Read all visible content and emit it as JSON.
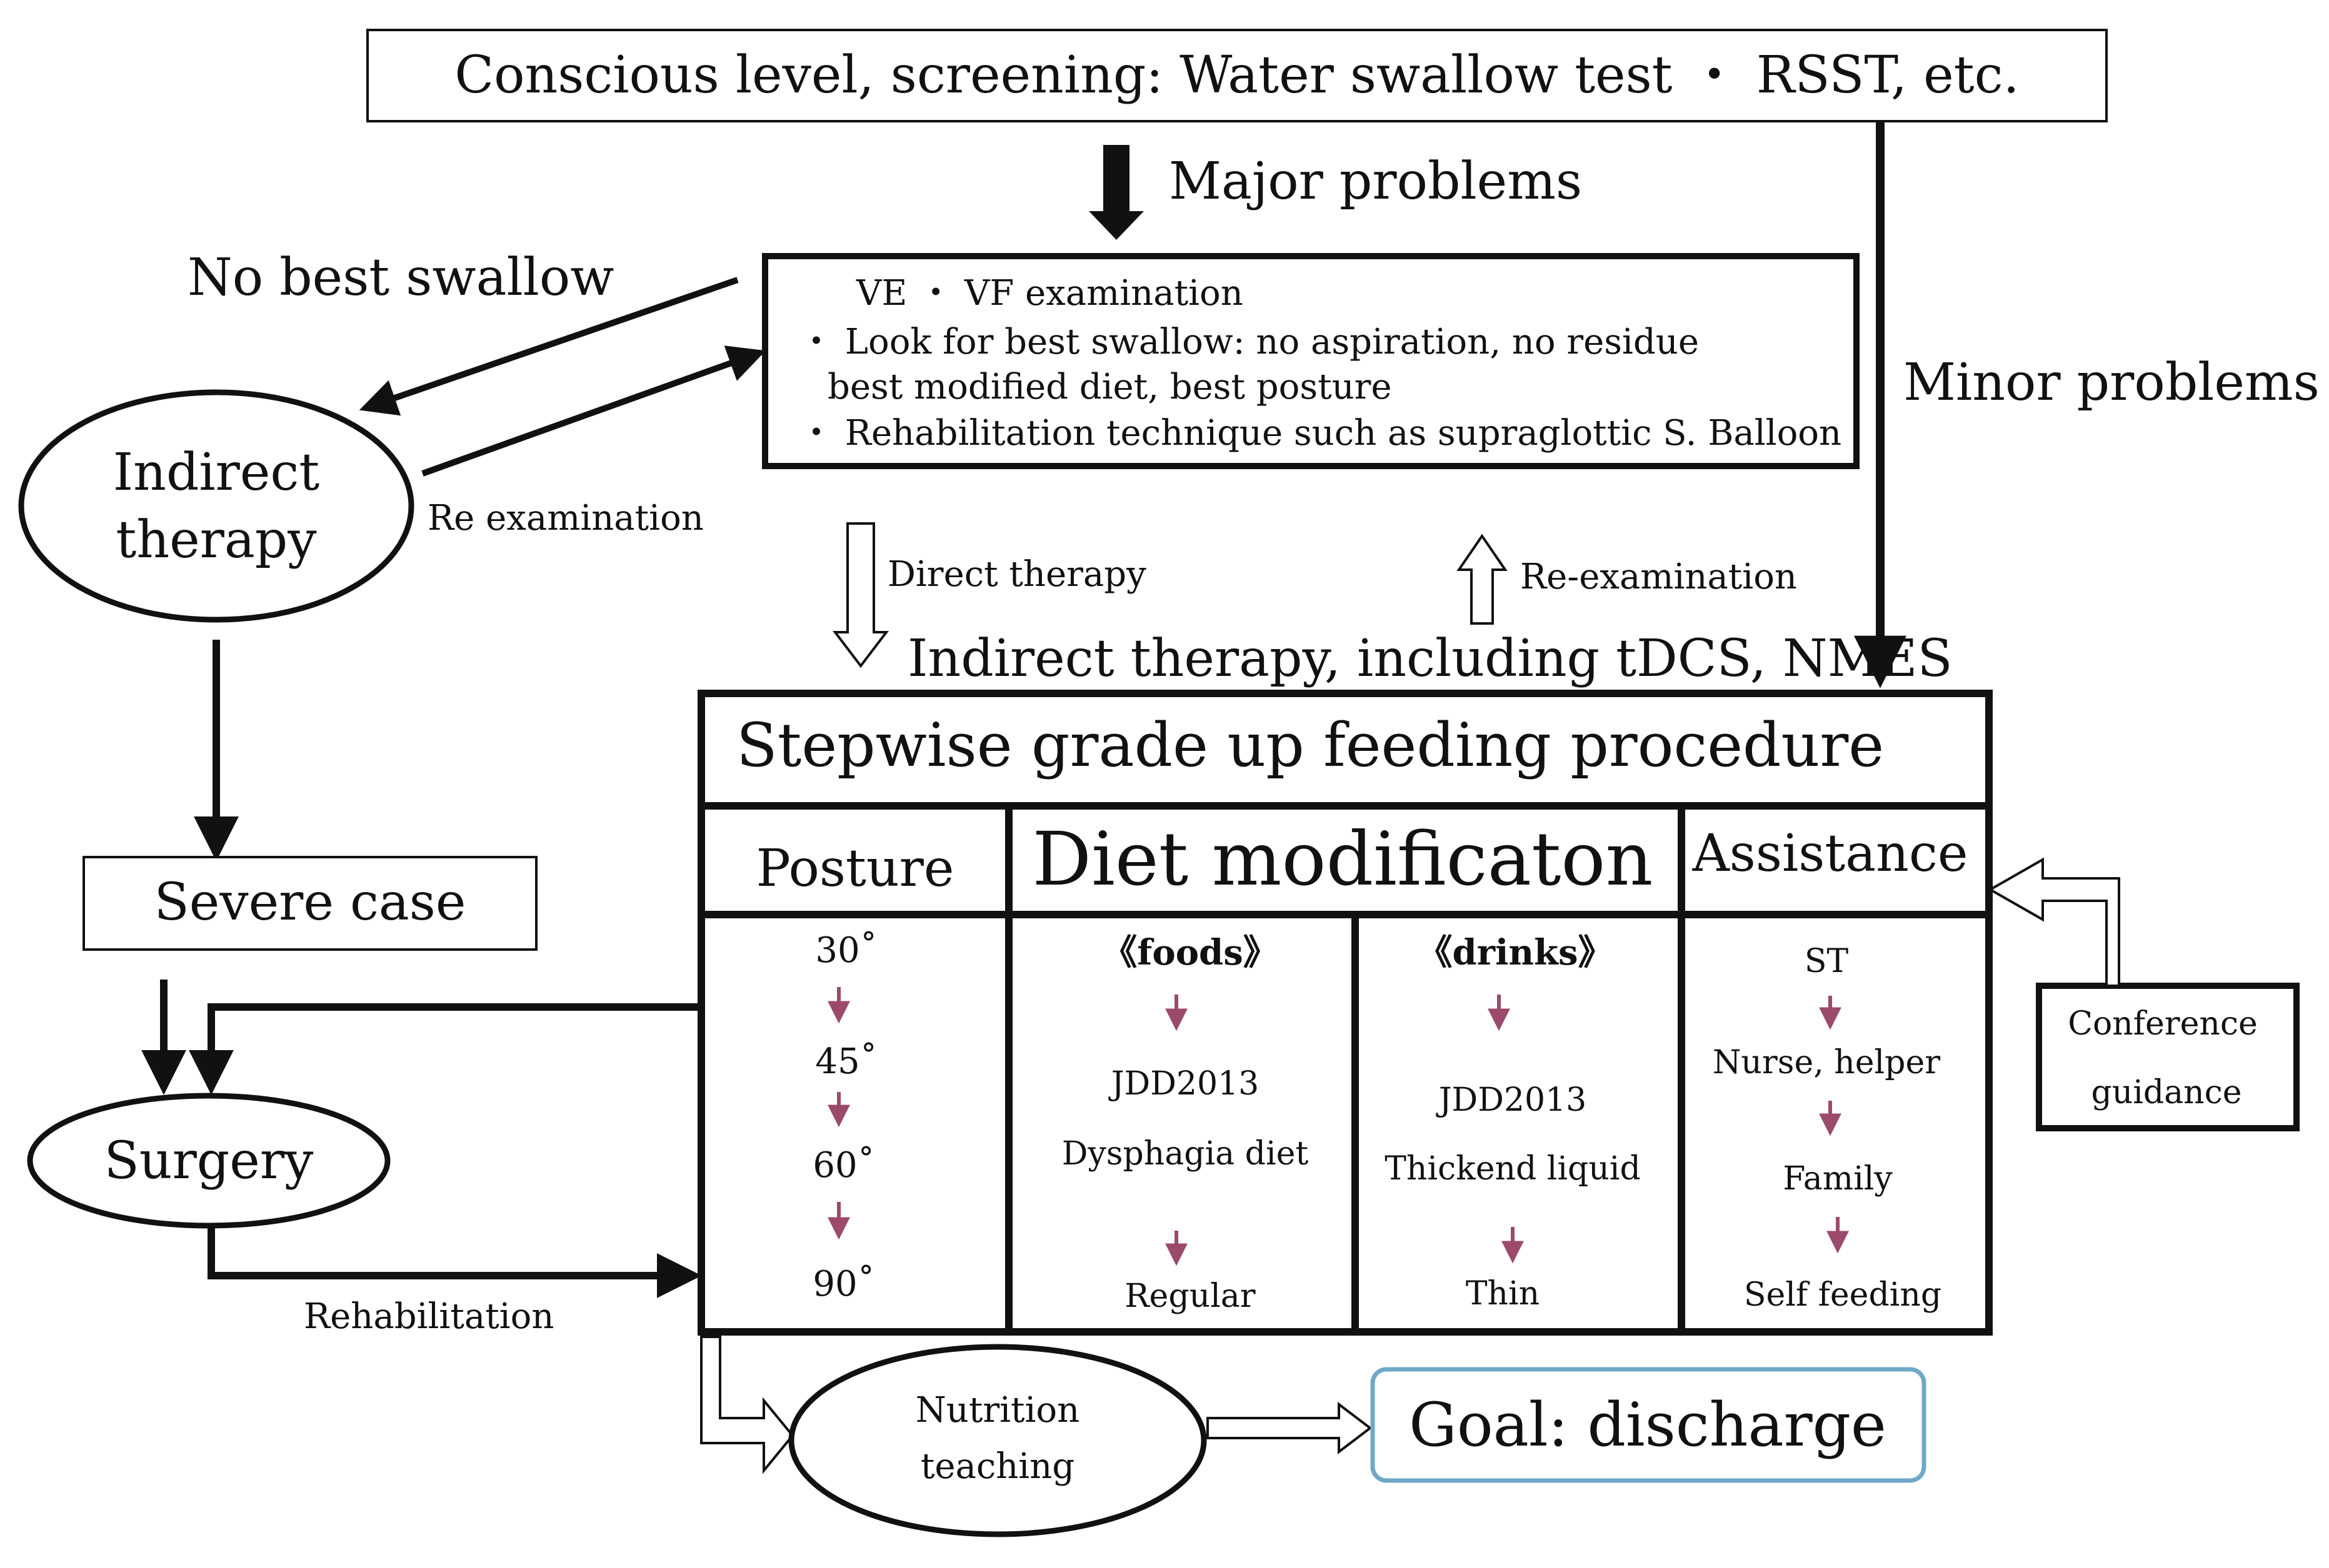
{
  "screening": {
    "text": "Conscious level, screening: Water swallow test ・ RSST, etc."
  },
  "flow_labels": {
    "major_problems": "Major problems",
    "minor_problems": "Minor problems",
    "no_best_swallow": "No best swallow",
    "re_examination_left": "Re examination",
    "direct_therapy": "Direct therapy",
    "re_examination_right": "Re-examination",
    "indirect_including": "Indirect therapy, including tDCS, NMES",
    "rehabilitation": "Rehabilitation"
  },
  "ve_box": {
    "line1": "VE ・ VF examination",
    "line2": "・ Look for best swallow: no aspiration,  no residue",
    "line3": "best modified diet, best posture",
    "line4": "・ Rehabilitation technique such as supraglottic S. Balloon"
  },
  "indirect_therapy": {
    "line1": "Indirect",
    "line2": "therapy"
  },
  "severe_case": "Severe case",
  "surgery": "Surgery",
  "nutrition": {
    "line1": "Nutrition",
    "line2": "teaching"
  },
  "goal": "Goal: discharge",
  "conference": {
    "line1": "Conference",
    "line2": "guidance"
  },
  "feeding_table": {
    "title": "Stepwise grade up feeding procedure",
    "headers": {
      "posture": "Posture",
      "diet": "Diet modificaton",
      "assistance": "Assistance"
    },
    "posture_steps": [
      "30˚",
      "45˚",
      "60˚",
      "90˚"
    ],
    "foods": {
      "header": "《foods》",
      "step1_line1": "JDD2013",
      "step1_line2": "Dysphagia diet",
      "step2": "Regular"
    },
    "drinks": {
      "header": "《drinks》",
      "step1_line1": "JDD2013",
      "step1_line2": "Thickend liquid",
      "step2": "Thin"
    },
    "assistance_steps": [
      "ST",
      "Nurse, helper",
      "Family",
      "Self feeding"
    ]
  },
  "colors": {
    "line": "#111111",
    "step_arrow": "#9b4a6b",
    "goal_border": "#6fa8c8"
  }
}
